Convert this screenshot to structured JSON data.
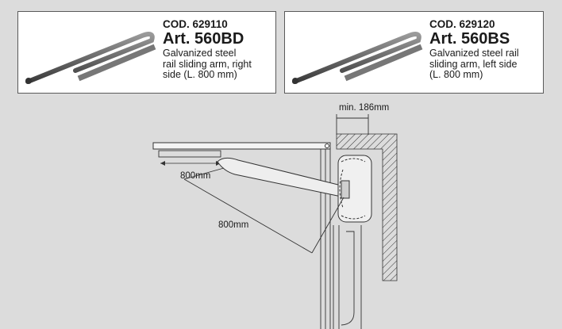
{
  "products": [
    {
      "code": "COD. 629110",
      "article": "Art. 560BD",
      "description": [
        "Galvanized steel",
        "rail sliding arm, right",
        "side (L. 800 mm)"
      ],
      "image_icon": "sliding-arm-rail-image"
    },
    {
      "code": "COD. 629120",
      "article": "Art. 560BS",
      "description": [
        "Galvanized steel rail",
        "sliding arm, left side",
        "(L. 800 mm)"
      ],
      "image_icon": "sliding-arm-rail-image"
    }
  ],
  "diagram": {
    "dimension_min": "min. 186mm",
    "rail_length": "800mm",
    "arm_length": "800mm"
  },
  "colors": {
    "background": "#dcdcdc",
    "card": "#ffffff",
    "arm_gray": "#6e6e6e",
    "line": "#222222"
  }
}
